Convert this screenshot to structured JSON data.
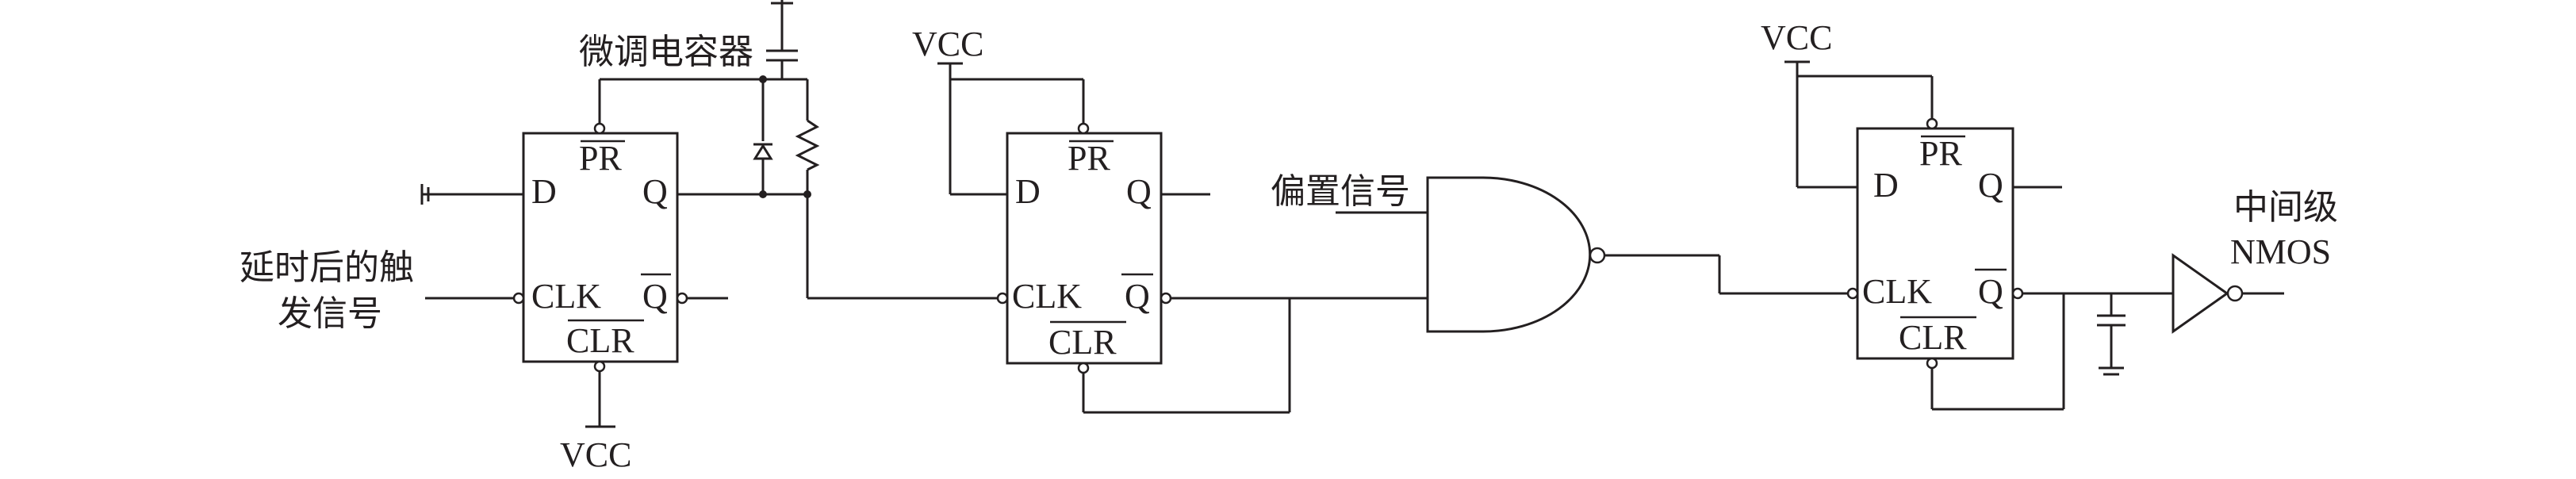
{
  "diagram": {
    "trim_capacitor_label": "微调电容器",
    "delayed_trigger_label": [
      "延时后的触",
      "发信号"
    ],
    "bias_signal_label": "偏置信号",
    "mid_stage_label": [
      "中间级",
      "NMOS"
    ],
    "vcc_labels": [
      "VCC",
      "VCC",
      "VCC"
    ],
    "flipflop_pins": {
      "d": "D",
      "q": "Q",
      "clk": "CLK",
      "pr": "PR",
      "q_bar": "Q",
      "clr": "CLR"
    }
  },
  "colors": {
    "ink": "#231f20",
    "background": "#ffffff"
  }
}
